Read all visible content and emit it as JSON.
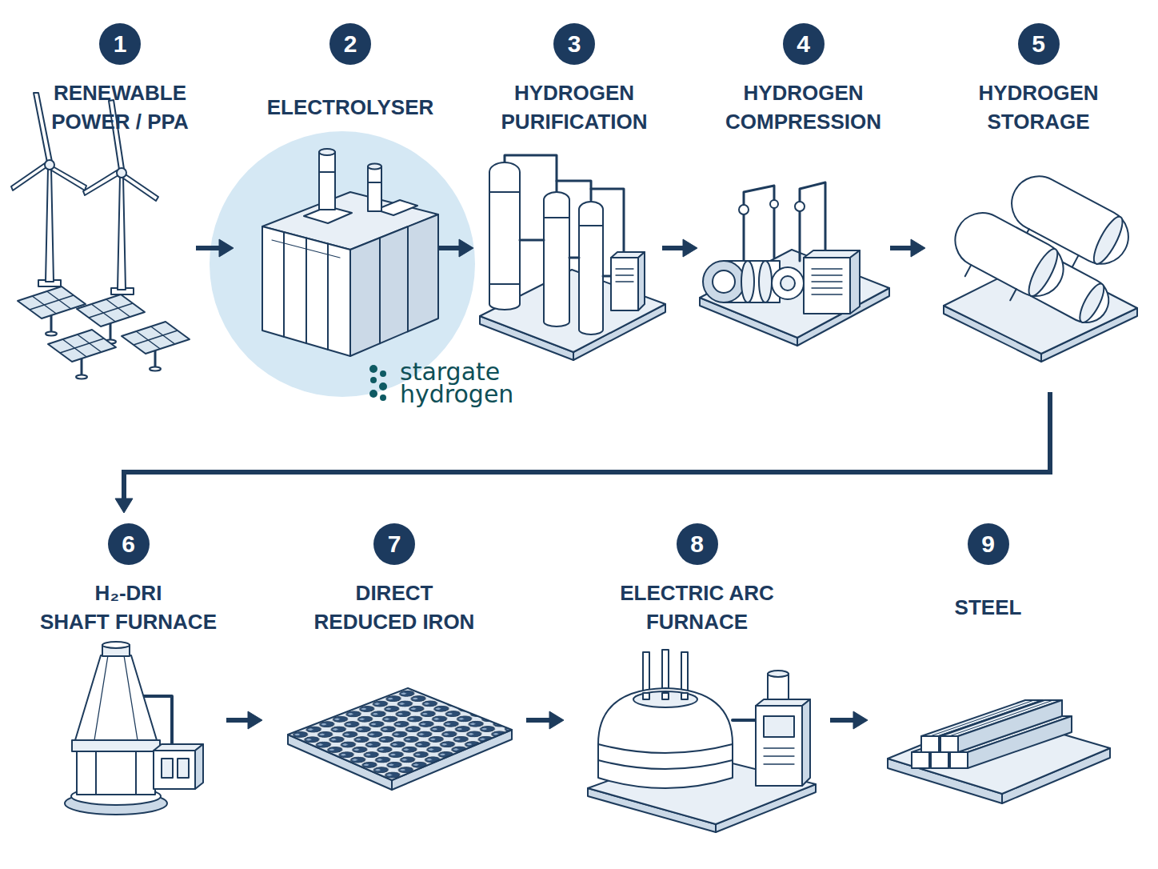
{
  "diagram": {
    "nodes": [
      {
        "text": [
          "1",
          "RENEWABLE POWER / PPA"
        ]
      },
      {
        "text": [
          "2",
          "ELECTROLYSER"
        ]
      },
      {
        "text": [
          "3",
          "HYDROGEN PURIFICATION"
        ]
      },
      {
        "text": [
          "4",
          "HYDROGEN COMPRESSION"
        ]
      },
      {
        "text": [
          "5",
          "HYDROGEN STORAGE"
        ]
      },
      {
        "text": [
          "6",
          "H₂-DRI SHAFT FURNACE"
        ]
      },
      {
        "text": [
          "7",
          "DIRECT REDUCED IRON"
        ]
      },
      {
        "text": [
          "8",
          "ELECTRIC ARC FURNACE"
        ]
      },
      {
        "text": [
          "9",
          "STEEL"
        ]
      }
    ],
    "edges": [
      {
        "from": 0,
        "to": 1,
        "arrow": "to"
      },
      {
        "from": 1,
        "to": 2,
        "arrow": "to"
      },
      {
        "from": 2,
        "to": 3,
        "arrow": "to"
      },
      {
        "from": 3,
        "to": 4,
        "arrow": "to"
      },
      {
        "from": 4,
        "to": 5,
        "arrow": "to"
      },
      {
        "from": 5,
        "to": 6,
        "arrow": "to"
      },
      {
        "from": 6,
        "to": 7,
        "arrow": "to"
      },
      {
        "from": 7,
        "to": 8,
        "arrow": "to"
      }
    ],
    "labels": [
      "stargate hydrogen"
    ]
  }
}
